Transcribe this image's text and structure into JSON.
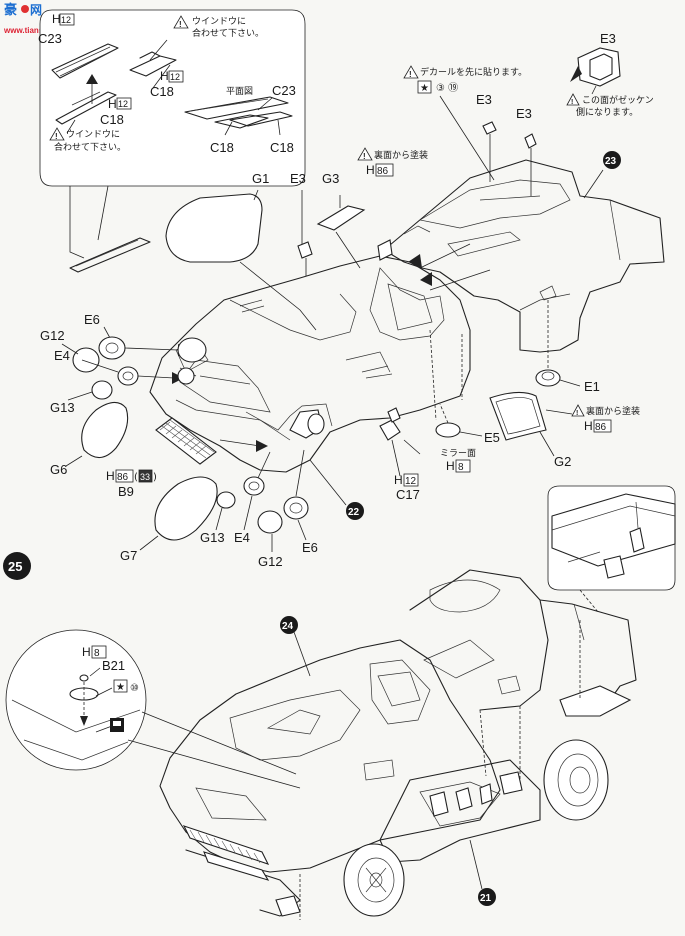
{
  "watermark": {
    "site": "www.tianshan.com"
  },
  "inset_top": {
    "note_window_top": "ウインドウに\n合わせて下さい。",
    "note_window_bottom": "ウインドウに\n合わせて下さい。",
    "plan_view": "平面図",
    "labels": {
      "h12a": "12",
      "c23a": "C23",
      "c18a": "C18",
      "h12b": "12",
      "c18b": "C18",
      "c23b": "C23",
      "c18c": "C18",
      "c18d": "C18",
      "h_prefix": "H"
    }
  },
  "callouts": {
    "decal_first": "デカールを先に貼ります。",
    "decal_refs": "③ ⑲",
    "zekken_side": "この面がゼッケン\n側になります。",
    "paint_from_back_top": "裏面から塗装",
    "paint_from_back_right": "裏面から塗装",
    "mirror_face": "ミラー面"
  },
  "paint_codes": {
    "h86_top": "86",
    "h86_right": "86",
    "h86_b9": "86",
    "b9_extra": "33",
    "h8_mirror": "8",
    "h12_c17": "12",
    "h8_inset": "8",
    "star_ref": "⑩"
  },
  "part_labels": {
    "E3_top": "E3",
    "E3_a": "E3",
    "E3_b": "E3",
    "E3_c": "E3",
    "G1": "G1",
    "G3": "G3",
    "E6_top": "E6",
    "G12_top": "G12",
    "E4_top": "E4",
    "G13_top": "G13",
    "G6": "G6",
    "B9": "B9",
    "G7": "G7",
    "G13_bot": "G13",
    "E4_bot": "E4",
    "E6_bot": "E6",
    "G12_bot": "G12",
    "E1": "E1",
    "E5": "E5",
    "G2": "G2",
    "C17": "C17",
    "B21": "B21"
  },
  "steps": {
    "main": "25",
    "s21": "21",
    "s22": "22",
    "s23": "23",
    "s24": "24"
  }
}
